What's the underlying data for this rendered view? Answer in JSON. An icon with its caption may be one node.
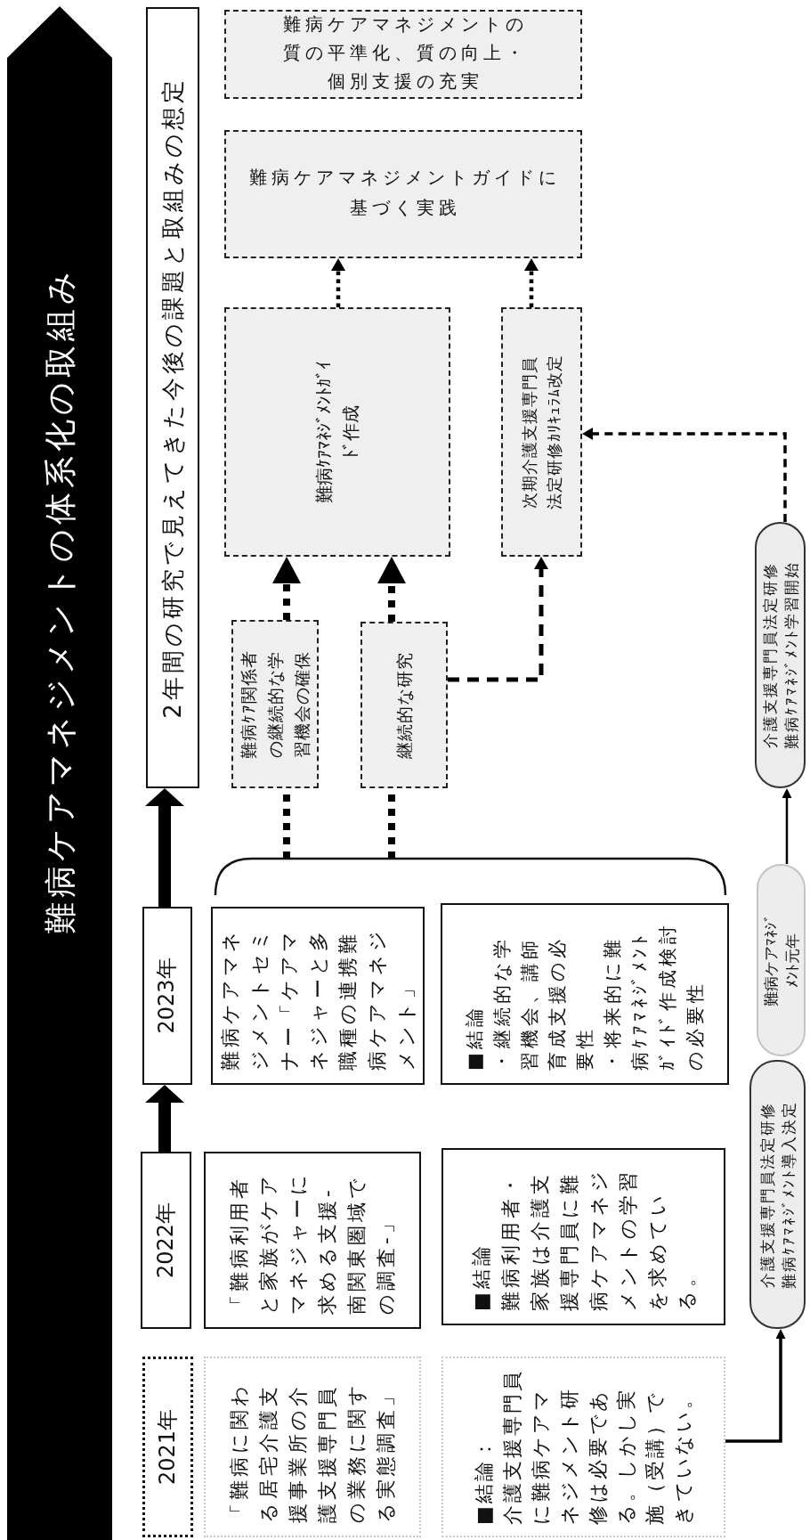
{
  "diagram": {
    "title": "難病ケアマネジメントの体系化の取組み",
    "nodes": [
      {
        "text": [
          "2021年"
        ]
      },
      {
        "text": [
          "「難病に関わる居宅介護支援事業所の介護支援専門員の業務に関する実態調査」"
        ]
      },
      {
        "text": [
          "■結論：",
          "介護支援専門員に難病ケアマネジメント研修は必要である。しかし実施（受講）できていない。"
        ]
      },
      {
        "text": [
          "2022年"
        ]
      },
      {
        "text": [
          "「難病利用者と家族がケアマネジャーに求める支援-南関東圏域での調査-」"
        ]
      },
      {
        "text": [
          "■結論",
          "難病利用者・家族は介護支援専門員に難病ケアマネジメントの学習を求めている。"
        ]
      },
      {
        "text": [
          "2023年"
        ]
      },
      {
        "text": [
          "難病ケアマネジメントセミナー「ケアマネジャーと多職種の連携難病ケアマネジメント」"
        ]
      },
      {
        "text": [
          "■結論",
          "・継続的な学習機会、講師育成支援の必要性",
          "・将来的に難病ｹｱﾏﾈｼﾞﾒﾝﾄｶﾞｲﾄﾞ作成検討の必要性"
        ]
      },
      {
        "text": [],
        "shape": "bracket"
      },
      {
        "text": [
          "2年間の研究で見えてきた今後の課題と取組みの想定"
        ]
      },
      {
        "text": [
          "難病ｹｱ関係者の継続的な学習機会の確保"
        ]
      },
      {
        "text": [
          "継続的な研究"
        ]
      },
      {
        "text": [
          "難病ｹｱﾏﾈｼﾞﾒﾝﾄｶﾞｲﾄﾞ作成"
        ]
      },
      {
        "text": [
          "次期介護支援専門員法定研修ｶﾘｷｭﾗﾑ改定"
        ]
      },
      {
        "text": [
          "難病ケアマネジメントガイドに基づく実践"
        ]
      },
      {
        "text": [
          "難病ケアマネジメントの質の平準化、質の向上・個別支援の充実"
        ]
      },
      {
        "text": [
          "介護支援専門員法定研修難病ｹｱﾏﾈｼﾞﾒﾝﾄ導入決定"
        ]
      },
      {
        "text": [
          "難病ケアﾏﾈｼﾞﾒﾝﾄ元年"
        ]
      },
      {
        "text": [
          "介護支援専門員法定研修難病ｹｱﾏﾈｼﾞﾒﾝﾄ学習開始"
        ]
      }
    ],
    "edges": [
      {
        "from": 3,
        "to": 6,
        "arrow": "to",
        "style": "thick"
      },
      {
        "from": 6,
        "to": 10,
        "arrow": "to",
        "style": "thick"
      },
      {
        "from": 9,
        "to": 11,
        "arrow": "none",
        "style": "dashed"
      },
      {
        "from": 9,
        "to": 12,
        "arrow": "none",
        "style": "dashed"
      },
      {
        "from": 11,
        "to": 13,
        "arrow": "to",
        "style": "dashed"
      },
      {
        "from": 12,
        "to": 13,
        "arrow": "to",
        "style": "dashed"
      },
      {
        "from": 13,
        "to": 15,
        "arrow": "to",
        "style": "dashed"
      },
      {
        "from": 14,
        "to": 15,
        "arrow": "to",
        "style": "dashed"
      },
      {
        "from": 12,
        "to": 14,
        "arrow": "to",
        "style": "dashed"
      },
      {
        "from": 19,
        "to": 14,
        "arrow": "to",
        "style": "dashed"
      },
      {
        "from": 2,
        "to": 17,
        "arrow": "to"
      },
      {
        "from": 18,
        "to": 19,
        "arrow": "to"
      }
    ]
  }
}
